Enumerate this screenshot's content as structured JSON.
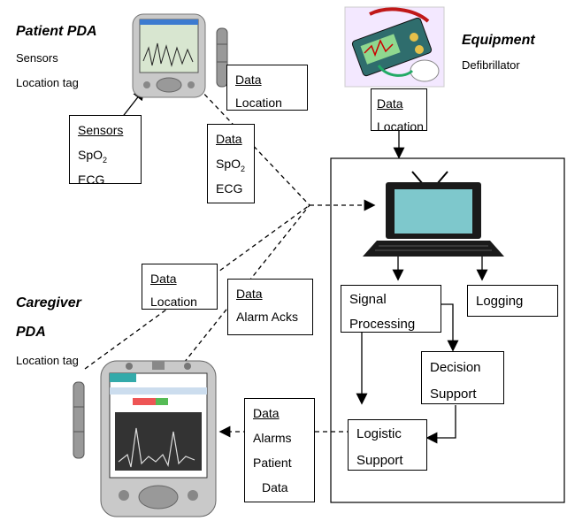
{
  "patient": {
    "title": "Patient PDA",
    "lines": [
      "Sensors",
      "Location tag"
    ]
  },
  "equipment": {
    "title": "Equipment",
    "subtitle": "Defibrillator"
  },
  "caregiver": {
    "title_1": "Caregiver",
    "title_2": "PDA",
    "line": "Location tag"
  },
  "boxes": {
    "sensors": {
      "header": "Sensors",
      "lines": [
        "SpO",
        "ECG"
      ],
      "subscript": "2"
    },
    "patient_data_location": {
      "header": "Data",
      "lines": [
        "Location"
      ]
    },
    "data_spo2_ecg": {
      "header": "Data",
      "lines": [
        "SpO",
        "ECG"
      ],
      "subscript": "2"
    },
    "equipment_data_location": {
      "header": "Data",
      "lines": [
        "Location"
      ]
    },
    "caregiver_data_location": {
      "header": "Data",
      "lines": [
        "Location"
      ]
    },
    "caregiver_data_alarm_acks": {
      "header": "Data",
      "lines": [
        "Alarm Acks"
      ]
    },
    "signal_processing": {
      "lines": [
        "Signal",
        "Processing"
      ]
    },
    "logging": {
      "lines": [
        "Logging"
      ]
    },
    "decision_support": {
      "lines": [
        "Decision",
        "Support"
      ]
    },
    "logistic_support": {
      "lines": [
        "Logistic",
        "Support"
      ]
    },
    "alarms_patient_data": {
      "header": "Data",
      "lines": [
        "Alarms",
        "Patient",
        "Data"
      ]
    }
  },
  "colors": {
    "screen": "#7ec8cc",
    "laptop_body": "#1a1a1a",
    "pda_body": "#c9c9c9",
    "pda_screen": "#d8e6d0"
  }
}
